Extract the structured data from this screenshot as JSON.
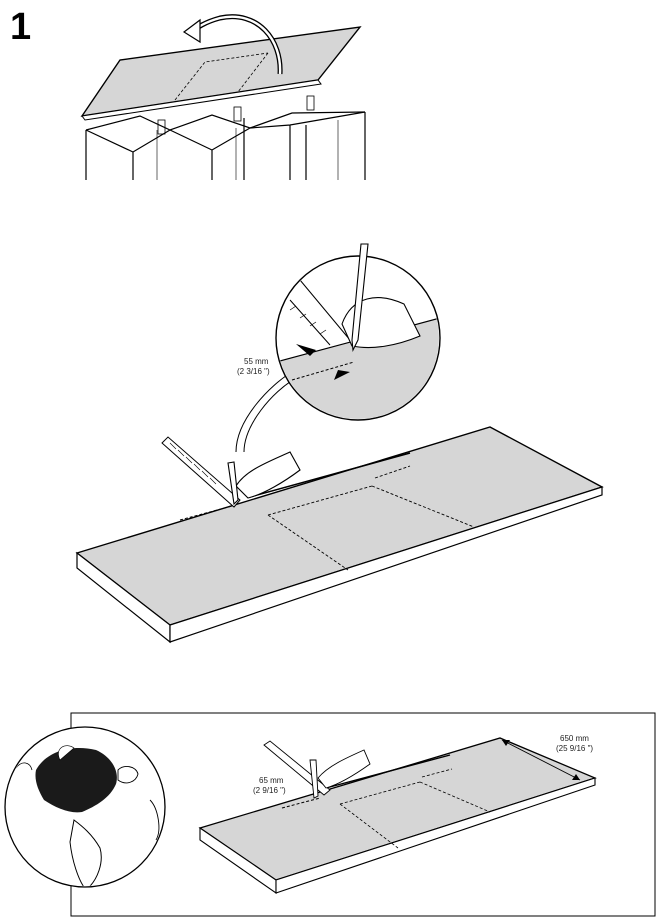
{
  "step": {
    "number": "1"
  },
  "detail_measure": {
    "metric": "55 mm",
    "imperial": "(2 3/16 \")"
  },
  "region_panel": {
    "side_measure": {
      "metric": "65 mm",
      "imperial": "(2 9/16 \")"
    },
    "depth_measure": {
      "metric": "650 mm",
      "imperial": "(25 9/16 \")"
    }
  },
  "icons": [
    "rotate-arrow-icon",
    "pencil-icon",
    "square-ruler-icon",
    "globe-north-america-icon"
  ],
  "colors": {
    "board_fill": "#d6d6d6",
    "line": "#000000",
    "land": "#1a1a1a",
    "globe_bg": "#ffffff"
  }
}
